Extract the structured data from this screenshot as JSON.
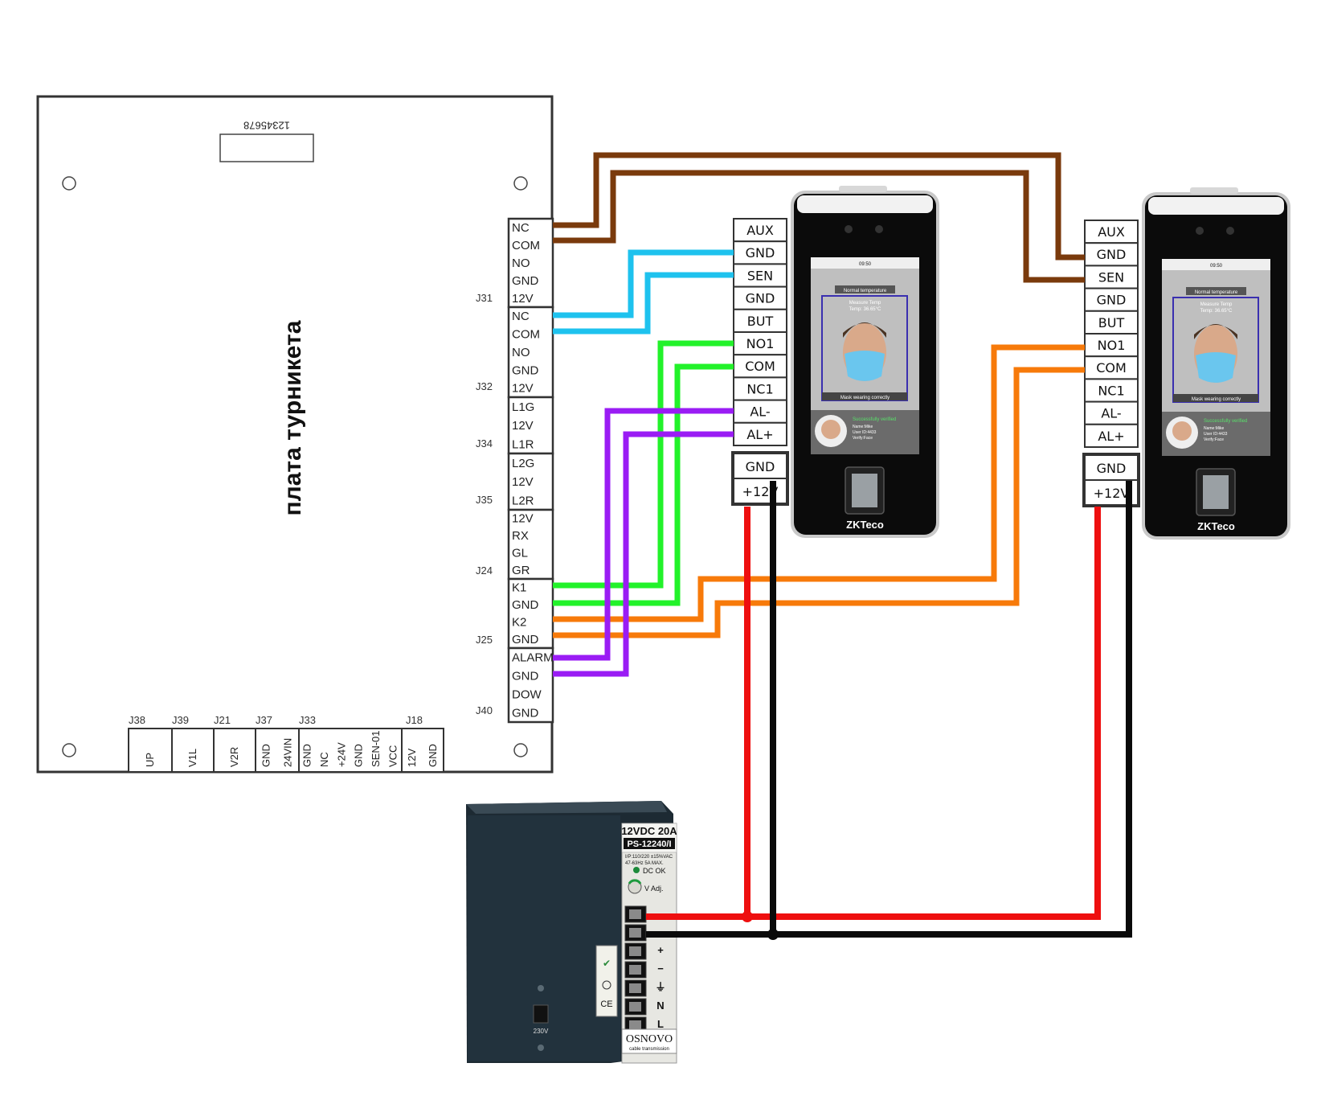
{
  "board": {
    "title": "плата турникета",
    "dip_label": "12345678",
    "connectors": [
      {
        "name": "J31",
        "pins": [
          "NC",
          "COM",
          "NO",
          "GND",
          "12V"
        ]
      },
      {
        "name": "J32",
        "pins": [
          "NC",
          "COM",
          "NO",
          "GND",
          "12V"
        ]
      },
      {
        "name": "J34",
        "pins": [
          "L1G",
          "12V",
          "L1R"
        ]
      },
      {
        "name": "J35",
        "pins": [
          "L2G",
          "12V",
          "L2R"
        ]
      },
      {
        "name": "J24",
        "pins": [
          "12V",
          "RX",
          "GL",
          "GR"
        ]
      },
      {
        "name": "J25",
        "pins": [
          "K1",
          "GND",
          "K2",
          "GND"
        ]
      },
      {
        "name": "J40",
        "pins": [
          "ALARM",
          "GND",
          "DOW",
          "GND"
        ]
      }
    ],
    "bottom_connectors": [
      {
        "name": "J38",
        "pins": [
          "UP"
        ]
      },
      {
        "name": "J39",
        "pins": [
          "V1L"
        ]
      },
      {
        "name": "J21",
        "pins": [
          "V2R"
        ]
      },
      {
        "name": "J37",
        "pins": [
          "GND",
          "24VIN"
        ]
      },
      {
        "name": "J33",
        "pins": [
          "GND",
          "NC",
          "+24V",
          "GND",
          "SEN-01",
          "VCC"
        ]
      },
      {
        "name": "J18",
        "pins": [
          "12V",
          "GND"
        ]
      }
    ]
  },
  "terminals": {
    "pins": [
      "AUX",
      "GND",
      "SEN",
      "GND",
      "BUT",
      "NO1",
      "COM",
      "NC1",
      "AL-",
      "AL+"
    ],
    "power_pins": [
      "GND",
      "+12V"
    ]
  },
  "device": {
    "brand": "ZKTeco",
    "screen_temp_status": "Normal temperature",
    "screen_measure": "Measure Temp",
    "screen_temp_value": "Temp: 36.65°C",
    "screen_mask": "Mask wearing correctly",
    "screen_verified": "Successfully verified",
    "screen_info": [
      "Name:Mike",
      "User ID:4433",
      "Verify:Face"
    ],
    "screen_time": "09:50"
  },
  "psu": {
    "model_line1": "12VDC 20A",
    "model_line2": "PS-12240/I",
    "spec_line1": "I/P:110/220 ±15%VAC",
    "spec_line2": "47-63Hz  5A  MAX.",
    "dc_ok": "DC OK",
    "v_adj": "V Adj.",
    "terminal_labels": [
      "+",
      "−",
      "⏚",
      "N",
      "L"
    ],
    "brand": "OSNOVO",
    "brand_sub": "cable transmission",
    "switch_label": "230V",
    "ce_mark": "CE"
  },
  "colors": {
    "brown": "#7a3a0c",
    "cyan": "#1ec2ee",
    "green": "#22f22a",
    "purple": "#9a1cf4",
    "orange": "#f77a0a",
    "red": "#ee0f0f",
    "black": "#0a0a0a"
  }
}
